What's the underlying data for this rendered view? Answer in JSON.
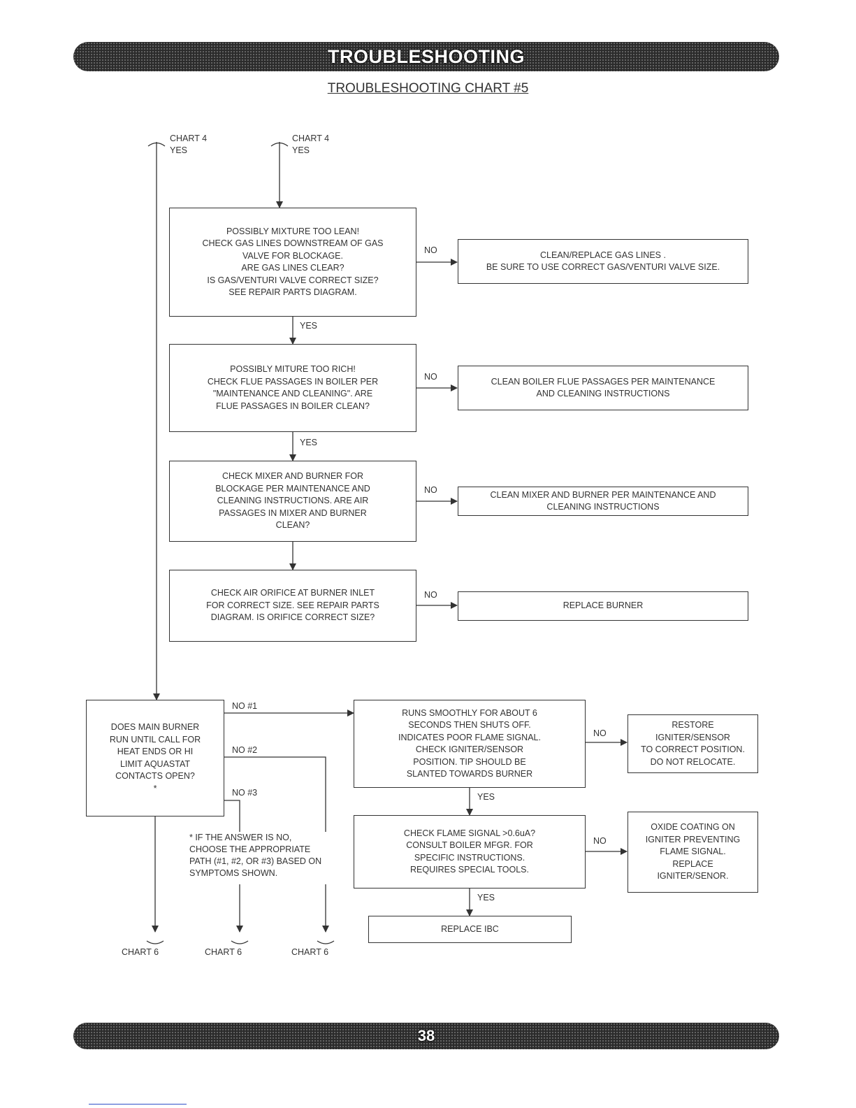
{
  "header": {
    "banner": "TROUBLESHOOTING",
    "chart_title": "TROUBLESHOOTING CHART #5"
  },
  "connectors": {
    "in_left": "CHART 4\nYES",
    "in_right": "CHART 4\nYES",
    "out_1": "CHART 6",
    "out_2": "CHART 6",
    "out_3": "CHART 6"
  },
  "boxes": {
    "q_lean": "POSSIBLY MIXTURE TOO LEAN!\nCHECK GAS LINES DOWNSTREAM OF GAS\nVALVE FOR BLOCKAGE.\nARE GAS LINES CLEAR?\nIS GAS/VENTURI VALVE CORRECT SIZE?\nSEE REPAIR PARTS DIAGRAM.",
    "a_lean": "CLEAN/REPLACE GAS LINES .\nBE SURE TO USE CORRECT GAS/VENTURI VALVE SIZE.",
    "q_rich": "POSSIBLY MITURE TOO RICH!\nCHECK FLUE PASSAGES IN BOILER PER\n\"MAINTENANCE AND CLEANING\". ARE\nFLUE PASSAGES IN BOILER CLEAN?",
    "a_rich": "CLEAN BOILER FLUE PASSAGES PER MAINTENANCE\nAND CLEANING INSTRUCTIONS",
    "q_mixer": "CHECK MIXER AND BURNER FOR\nBLOCKAGE PER MAINTENANCE AND\nCLEANING INSTRUCTIONS. ARE AIR\nPASSAGES IN MIXER AND BURNER\nCLEAN?",
    "a_mixer": "CLEAN MIXER AND BURNER PER MAINTENANCE AND\nCLEANING INSTRUCTIONS",
    "q_orifice": "CHECK AIR ORIFICE AT BURNER INLET\nFOR CORRECT SIZE. SEE REPAIR PARTS\nDIAGRAM. IS ORIFICE CORRECT SIZE?",
    "a_orifice": "REPLACE BURNER",
    "q_main": "DOES MAIN BURNER\nRUN UNTIL CALL FOR\nHEAT ENDS OR HI\nLIMIT AQUASTAT\nCONTACTS OPEN?\n*",
    "q_smooth": "RUNS SMOOTHLY FOR ABOUT 6\nSECONDS THEN SHUTS OFF.\nINDICATES POOR FLAME SIGNAL.\nCHECK IGNITER/SENSOR\nPOSITION. TIP SHOULD BE\nSLANTED TOWARDS BURNER",
    "a_restore": "RESTORE\nIGNITER/SENSOR\nTO CORRECT POSITION.\nDO NOT RELOCATE.",
    "q_flame": "CHECK FLAME SIGNAL >0.6uA?\nCONSULT BOILER MFGR. FOR\nSPECIFIC INSTRUCTIONS.\nREQUIRES SPECIAL TOOLS.",
    "a_oxide": "OXIDE COATING ON\nIGNITER PREVENTING\nFLAME SIGNAL.\nREPLACE\nIGNITER/SENOR.",
    "a_ibc": "REPLACE IBC"
  },
  "labels": {
    "no": "NO",
    "yes": "YES",
    "no1": "NO #1",
    "no2": "NO #2",
    "no3": "NO #3"
  },
  "note": "* IF THE ANSWER IS NO,\nCHOOSE THE APPROPRIATE\nPATH (#1, #2, OR #3) BASED ON\nSYMPTOMS SHOWN.",
  "footer": {
    "page_number": "38"
  }
}
